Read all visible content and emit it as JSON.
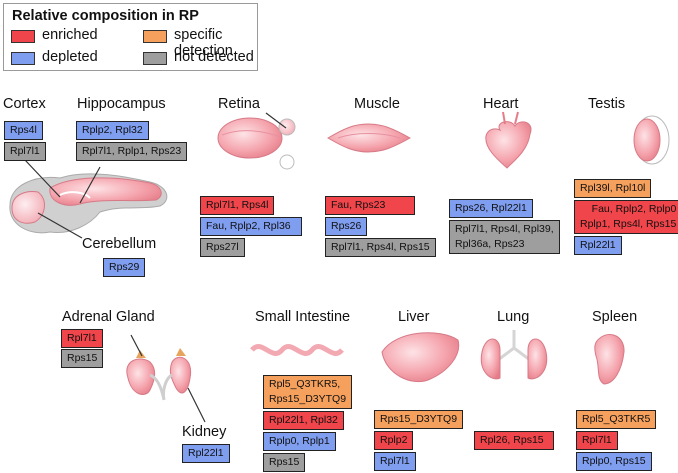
{
  "legend": {
    "title": "Relative composition in RP",
    "items": [
      {
        "label": "enriched",
        "color": "#f0454a"
      },
      {
        "label": "specific detection",
        "color": "#f5a05c"
      },
      {
        "label": "depleted",
        "color": "#7f9ef0"
      },
      {
        "label": "not detected",
        "color": "#9e9e9e"
      }
    ]
  },
  "tissues": {
    "cortex": {
      "name": "Cortex",
      "depleted": [
        "Rps4l"
      ],
      "not_detected": [
        "Rpl7l1"
      ]
    },
    "hippocampus": {
      "name": "Hippocampus",
      "depleted": [
        "Rplp2, Rpl32"
      ],
      "not_detected": [
        "Rpl7l1, Rplp1, Rps23"
      ]
    },
    "cerebellum": {
      "name": "Cerebellum",
      "depleted": [
        "Rps29"
      ]
    },
    "retina": {
      "name": "Retina",
      "enriched": [
        "Rpl7l1, Rps4l"
      ],
      "depleted": [
        "Fau, Rplp2, Rpl36"
      ],
      "not_detected": [
        "Rps27l"
      ]
    },
    "muscle": {
      "name": "Muscle",
      "enriched": [
        "Fau, Rps23"
      ],
      "depleted": [
        "Rps26"
      ],
      "not_detected": [
        "Rpl7l1, Rps4l, Rps15"
      ]
    },
    "heart": {
      "name": "Heart",
      "depleted": [
        "Rps26, Rpl22l1"
      ],
      "not_detected": [
        "Rpl7l1, Rps4l, Rpl39,",
        "Rpl36a, Rps23"
      ]
    },
    "testis": {
      "name": "Testis",
      "specific": [
        "Rpl39l, Rpl10l"
      ],
      "enriched": [
        "Fau, Rplp2, Rplp0",
        "Rplp1, Rps4l, Rps15"
      ],
      "depleted": [
        "Rpl22l1"
      ]
    },
    "adrenal": {
      "name": "Adrenal Gland",
      "enriched": [
        "Rpl7l1"
      ],
      "not_detected": [
        "Rps15"
      ]
    },
    "kidney": {
      "name": "Kidney",
      "depleted": [
        "Rpl22l1"
      ]
    },
    "small_intestine": {
      "name": "Small Intestine",
      "specific": [
        "Rpl5_Q3TKR5,",
        "Rps15_D3YTQ9"
      ],
      "enriched": [
        "Rpl22l1, Rpl32"
      ],
      "depleted": [
        "Rplp0, Rplp1"
      ],
      "not_detected": [
        "Rps15"
      ]
    },
    "liver": {
      "name": "Liver",
      "specific": [
        "Rps15_D3YTQ9"
      ],
      "enriched": [
        "Rplp2"
      ],
      "depleted": [
        "Rpl7l1"
      ]
    },
    "lung": {
      "name": "Lung",
      "enriched": [
        "Rpl26, Rps15"
      ]
    },
    "spleen": {
      "name": "Spleen",
      "specific": [
        "Rpl5_Q3TKR5"
      ],
      "enriched": [
        "Rpl7l1"
      ],
      "depleted": [
        "Rplp0, Rps15"
      ]
    }
  }
}
